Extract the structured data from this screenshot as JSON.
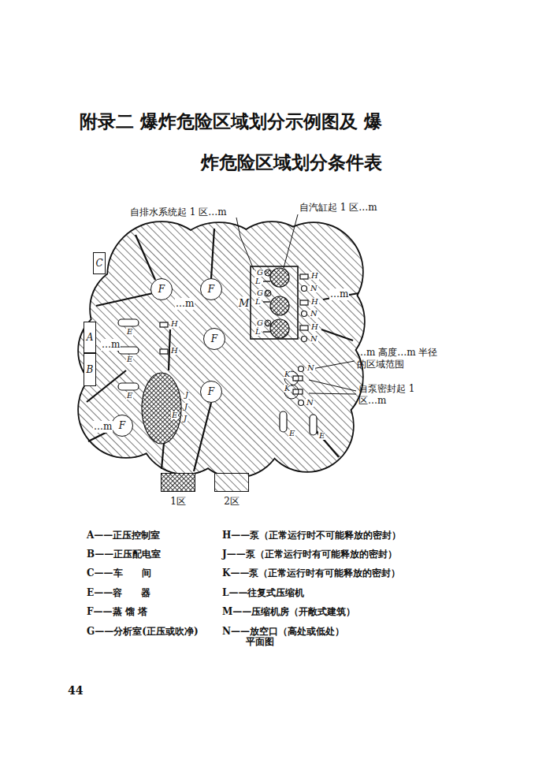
{
  "diagram": {
    "title": "附录二 爆炸危险区域划分示例图及 爆炸危险区域划分条件表",
    "caption": "平面图",
    "nodes": [
      {
        "text": [
          "C"
        ]
      },
      {
        "text": [
          "F"
        ]
      },
      {
        "text": [
          "F"
        ]
      },
      {
        "text": [
          "M"
        ]
      },
      {
        "text": [
          "A"
        ]
      },
      {
        "text": [
          "B"
        ]
      },
      {
        "text": [
          "F"
        ]
      },
      {
        "text": [
          "F"
        ]
      },
      {
        "text": [
          "F"
        ]
      }
    ],
    "labels": [
      "自排水系统起 1 区…m",
      "自汽缸起 1 区…m",
      "…m 高度…m 半径 的区域范围",
      "自泵密封起 1 区…m",
      "…m",
      "…m",
      "…m",
      "…m",
      "G",
      "L",
      "G",
      "L",
      "G",
      "L",
      "H",
      "N",
      "H",
      "N",
      "H",
      "N",
      "E",
      "E",
      "E",
      "H",
      "H",
      "J",
      "J",
      "J",
      "N",
      "K",
      "K",
      "N",
      "E",
      "E",
      "E",
      "A——正压控制室",
      "B——正压配电室",
      "C——车　　间",
      "E——容　　器",
      "F——蒸 馏 塔",
      "G——分析室(正压或吹净)",
      "H——泵（正常运行时不可能释放的密封）",
      "J——泵（正常运行时有可能释放的密封）",
      "K——泵（正常运行时有可能释放的密封）",
      "L——往复式压缩机",
      "M——压缩机房（开敞式建筑）",
      "N——放空口（高处或低处）",
      "44"
    ],
    "legend": [
      {
        "text": "1区"
      },
      {
        "text": "2区"
      }
    ]
  }
}
